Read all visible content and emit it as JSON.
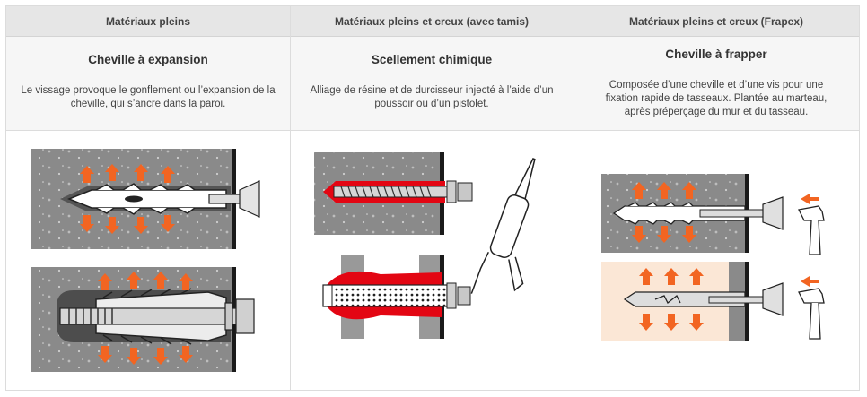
{
  "columns": [
    {
      "header": "Matériaux pleins",
      "title": "Cheville à expansion",
      "description": "Le vissage provoque le gonflement ou l’expansion de la cheville, qui s’ancre dans la paroi.",
      "illustration_icon": "expansion-anchor-illustration"
    },
    {
      "header": "Matériaux pleins et creux (avec tamis)",
      "title": "Scellement chimique",
      "description": "Alliage de résine et de durcisseur injecté à l’aide d’un poussoir ou d’un pistolet.",
      "illustration_icon": "chemical-anchor-illustration"
    },
    {
      "header": "Matériaux pleins et creux (Frapex)",
      "title": "Cheville à frapper",
      "description": "Composée d’une cheville et d’une vis pour une fixation rapide de tasseaux. Plantée au marteau, après préperçage du mur et du tasseau.",
      "illustration_icon": "hammer-anchor-illustration"
    }
  ],
  "colors": {
    "header_bg": "#e6e6e6",
    "desc_bg": "#f6f6f6",
    "arrow": "#f26522",
    "wall": "#7f7f7f",
    "resin": "#e30613",
    "wood": "#fbe7d6"
  }
}
